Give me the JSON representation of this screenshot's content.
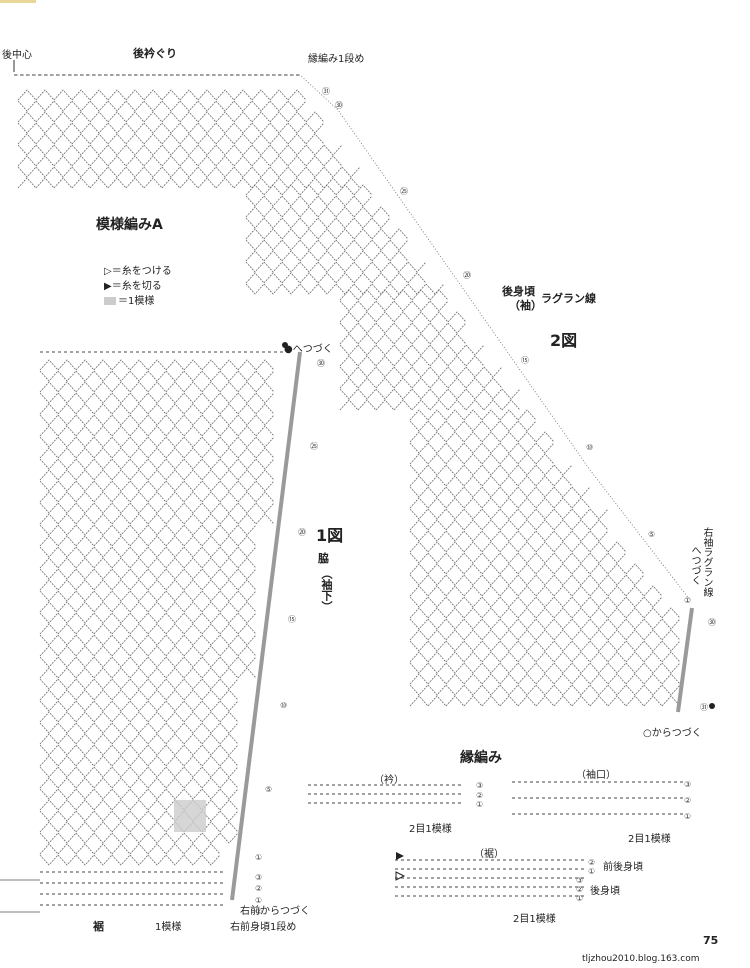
{
  "labels": {
    "back_center": "後中心",
    "back_neckline": "後衿ぐり",
    "edging_row1": "縁編み1段め",
    "pattern_a": "模様編みA",
    "legend_attach": "▷＝糸をつける",
    "legend_cut": "▶＝糸を切る",
    "legend_repeat": "＝1模様",
    "continue_he": "●へつづく",
    "continue_he_short": "へつづく",
    "back_body_a": "後身頃",
    "back_body_b": "（袖）",
    "raglan_line": "ラグラン線",
    "fig2": "2図",
    "fig1": "1図",
    "side_a": "脇",
    "side_b": "（袖下）",
    "right_sleeve_raglan": "右袖ラグラン線",
    "continue_from": "○からつづく",
    "edging": "縁編み",
    "collar": "（衿）",
    "cuff": "（袖口）",
    "hem_paren": "（裾）",
    "two_row_repeat": "2目1模様",
    "front_body": "前後身頃",
    "back_body": "後身頃",
    "continue_from_right_front": "右前からつづく",
    "right_front_row1": "右前身頃1段め",
    "hem": "裾",
    "one_repeat": "1模様",
    "page_number": "75",
    "watermark": "tljzhou2010.blog.163.com"
  },
  "row_numbers": {
    "fig2": [
      "㉛",
      "㉚",
      "㉕",
      "⑳",
      "⑮",
      "⑩",
      "⑤",
      "①",
      "㉚",
      "㉛"
    ],
    "fig1": [
      "㉚",
      "㉕",
      "⑳",
      "⑮",
      "⑩",
      "⑤",
      "①",
      "③",
      "②",
      "①",
      "②"
    ],
    "edging_collar": [
      "③",
      "②",
      "①"
    ],
    "edging_cuff": [
      "③",
      "②",
      "①"
    ],
    "edging_hem": [
      "②",
      "①",
      "③",
      "②",
      "①"
    ]
  },
  "colors": {
    "stitch": "#6b6b6b",
    "repeat_box": "#cccccc",
    "edge_bar": "#9a9a9a"
  }
}
